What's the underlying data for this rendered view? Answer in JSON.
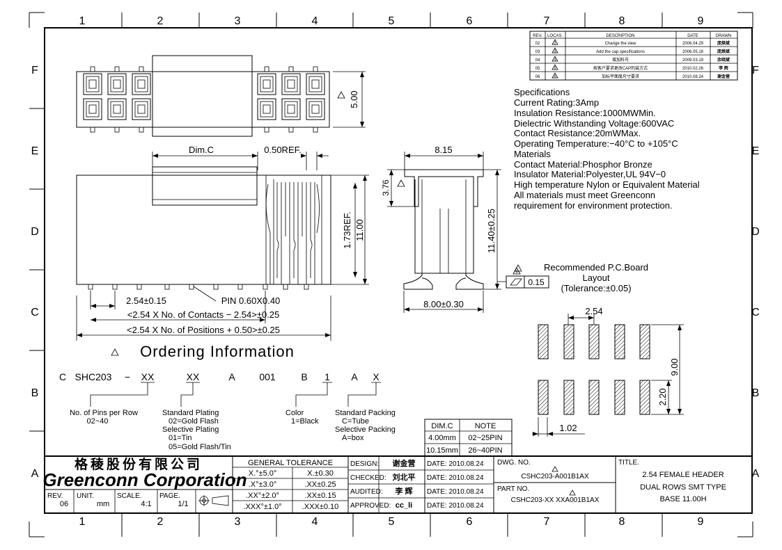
{
  "zones": {
    "columns": [
      "1",
      "2",
      "3",
      "4",
      "5",
      "6",
      "7",
      "8",
      "9"
    ],
    "rows": [
      "F",
      "E",
      "D",
      "C",
      "B",
      "A"
    ]
  },
  "revisions": {
    "headers": [
      "REV.",
      "LOCAS.",
      "DESCRIPTION",
      "DATE",
      "DRAWN"
    ],
    "rows": [
      [
        "02",
        "2",
        "Change the view",
        "2006.04.29",
        "庞焕斌"
      ],
      [
        "03",
        "3",
        "Add the cap specifications",
        "2006.05.18",
        "庞焕斌"
      ],
      [
        "04",
        "4",
        "增加料号",
        "2009.03.19",
        "余晓斌"
      ],
      [
        "05",
        "5",
        "按客户要求更改CAP的装方式",
        "2010.02.26",
        "李 辉"
      ],
      [
        "06",
        "6",
        "加标平面度尺寸要求",
        "2010.08.24",
        "谢金营"
      ]
    ]
  },
  "specifications": {
    "lines": [
      "Specifications",
      "Current Rating:3Amp",
      "Insulation Resistance:1000MWMin.",
      "Dielectric Withstanding Voltage:600VAC",
      "Contact Resistance:20mWMax.",
      "Operating Temperature:−40°C to +105°C",
      "Materials",
      "Contact Material:Phosphor Bronze",
      "Insulator Material:Polyester,UL 94V−0",
      "High temperature Nylon or Equivalent Material",
      "All materials must meet Greenconn",
      "requirement for environment protection."
    ]
  },
  "dims": {
    "height_5": "5.00",
    "dim_c": "Dim.C",
    "ref_050": "0.50REF.",
    "ref_173": "1.73REF.",
    "h_1100": "11.00",
    "pitch": "2.54±0.15",
    "pin": "PIN 0.60X0.40",
    "contacts": "<2.54 X No. of Contacts − 2.54>±0.25",
    "positions": "<2.54 X No. of Positions + 0.50>±0.25",
    "w_815": "8.15",
    "cap_376": "3.76",
    "h_1140": "11.40±0.25",
    "w_800": "8.00±0.30",
    "flatness": "0.15",
    "triangle_mark": "6"
  },
  "pcb": {
    "title_lines": [
      "Recommended P.C.Board",
      "Layout",
      "(Tolerance:±0.05)"
    ],
    "pitch": "2.54",
    "row_span": "9.00",
    "pad_len": "2.20",
    "pad_w": "1.02"
  },
  "ordering": {
    "title": "Ordering Information",
    "code": [
      "C",
      "SHC203",
      "−",
      "XX",
      "XX",
      "A",
      "001",
      "B",
      "1",
      "A",
      "X"
    ],
    "pins_lines": [
      "No. of Pins per Row",
      "02~40"
    ],
    "plating_lines": [
      "Standard Plating",
      "02=Gold Flash",
      "Selective Plating",
      "01=Tin",
      "05=Gold Flash/Tin"
    ],
    "color_lines": [
      "Color",
      "1=Black"
    ],
    "packing_lines": [
      "Standard Packing",
      "C=Tube",
      "Selective Packing",
      "A=box"
    ]
  },
  "dimc_table": {
    "headers": [
      "DIM.C",
      "NOTE"
    ],
    "rows": [
      [
        "4.00mm",
        "02~25PIN"
      ],
      [
        "10.15mm",
        "26~40PIN"
      ]
    ]
  },
  "title_block": {
    "company_cn": "格稜股份有限公司",
    "company_en": "Greenconn Corporation",
    "rev_label": "REV.",
    "rev": "06",
    "unit_label": "UNIT.",
    "unit": "mm",
    "scale_label": "SCALE.",
    "scale": "4:1",
    "page_label": "PAGE.",
    "page": "1/1",
    "tolerance_title": "GENERAL TOLERANCE",
    "tolerance": [
      [
        "X.°±5.0°",
        "X.±0.30"
      ],
      [
        ".X°±3.0°",
        ".XX±0.25"
      ],
      [
        ".XX°±2.0°",
        ".XX±0.15"
      ],
      [
        ".XXX°±1.0°",
        ".XXX±0.10"
      ]
    ],
    "signoffs": [
      {
        "role": "DESIGN:",
        "name": "谢金营",
        "date": "DATE: 2010.08.24"
      },
      {
        "role": "CHECKED:",
        "name": "刘北平",
        "date": "DATE: 2010.08.24"
      },
      {
        "role": "AUDITED:",
        "name": "李 辉",
        "date": "DATE: 2010.08.24"
      },
      {
        "role": "APPROVED:",
        "name": "cc_li",
        "date": "DATE: 2010.08.24"
      }
    ],
    "dwg_label": "DWG. NO.",
    "dwg_no": "CSHC203-A001B1AX",
    "part_label": "PART NO.",
    "part_no": "CSHC203-XX XXA001B1AX",
    "title_label": "TITLE.",
    "title_lines": [
      "2.54 FEMALE HEADER",
      "DUAL ROWS SMT TYPE",
      "BASE 11.00H"
    ]
  }
}
